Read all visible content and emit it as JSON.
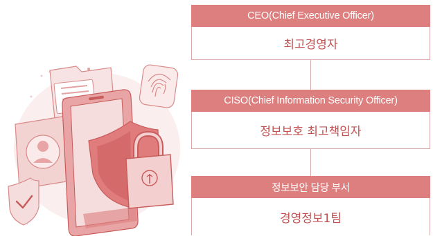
{
  "org_chart": {
    "levels": [
      {
        "title": "CEO(Chief Executive Officer)",
        "name": "최고경영자"
      },
      {
        "title": "CISO(Chief Information Security Officer)",
        "name": "정보보호 최고책임자"
      },
      {
        "title": "정보보안 담당 부서",
        "name": "경영정보1팀"
      }
    ]
  },
  "colors": {
    "accent": "#dd7f7f",
    "text_accent": "#c25050",
    "border": "#d9a9a9",
    "illustration_light": "#f6dddd",
    "illustration_mid": "#e9a5a5",
    "illustration_dark": "#c85b5b"
  },
  "icons": [
    "phone-icon",
    "shield-icon",
    "padlock-icon",
    "fingerprint-icon",
    "folder-icon",
    "user-avatar-icon",
    "checkmark-shield-icon"
  ]
}
